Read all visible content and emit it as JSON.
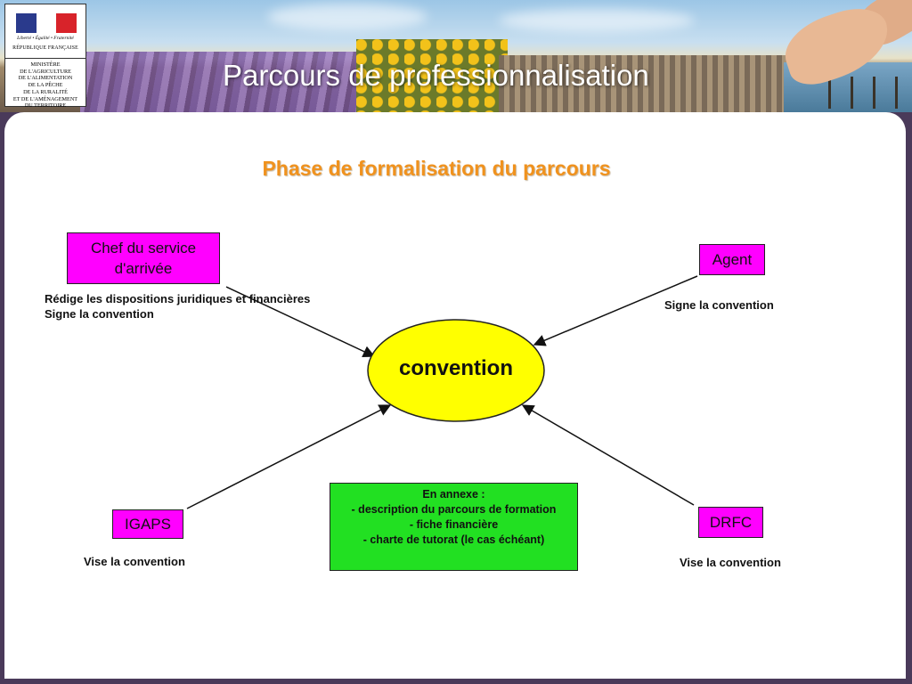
{
  "header": {
    "title": "Parcours de professionnalisation",
    "logo": {
      "motto": "Liberté • Égalité • Fraternité",
      "country": "RÉPUBLIQUE FRANÇAISE",
      "ministry_lines": [
        "MINISTÈRE",
        "DE L'AGRICULTURE",
        "DE L'ALIMENTATION",
        "DE LA PÊCHE",
        "DE LA RURALITÉ",
        "ET DE L'AMÉNAGEMENT",
        "DU TERRITOIRE"
      ],
      "flag_colors": [
        "#2a3a8c",
        "#ffffff",
        "#d8232a"
      ]
    }
  },
  "diagram": {
    "heading": "Phase de formalisation du parcours",
    "center": {
      "label": "convention",
      "color": "#ffff00"
    },
    "nodes": {
      "chef": {
        "label_lines": [
          "Chef du service",
          "d'arrivée"
        ],
        "notes": [
          "Rédige les dispositions juridiques et financières",
          "Signe la convention"
        ]
      },
      "agent": {
        "label": "Agent",
        "notes": [
          "Signe la convention"
        ]
      },
      "igaps": {
        "label": "IGAPS",
        "notes": [
          "Vise la convention"
        ]
      },
      "drfc": {
        "label": "DRFC",
        "notes": [
          "Vise la convention"
        ]
      }
    },
    "annex": {
      "lines": [
        "En annexe :",
        "- description du parcours de formation",
        "- fiche financière",
        "- charte de tutorat (le cas échéant)"
      ],
      "color": "#22e022"
    },
    "colors": {
      "node": "#ff00ff",
      "heading": "#f0921e"
    }
  }
}
